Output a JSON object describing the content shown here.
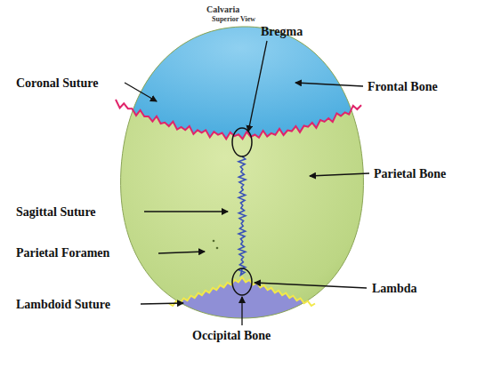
{
  "diagram": {
    "title": "Calvaria",
    "labels": [
      "Superior View",
      "Bregma",
      "Coronal Suture",
      "Frontal Bone",
      "Parietal Bone",
      "Sagittal Suture",
      "Parietal Foramen",
      "Lambda",
      "Lambdoid Suture",
      "Occipital Bone"
    ]
  }
}
